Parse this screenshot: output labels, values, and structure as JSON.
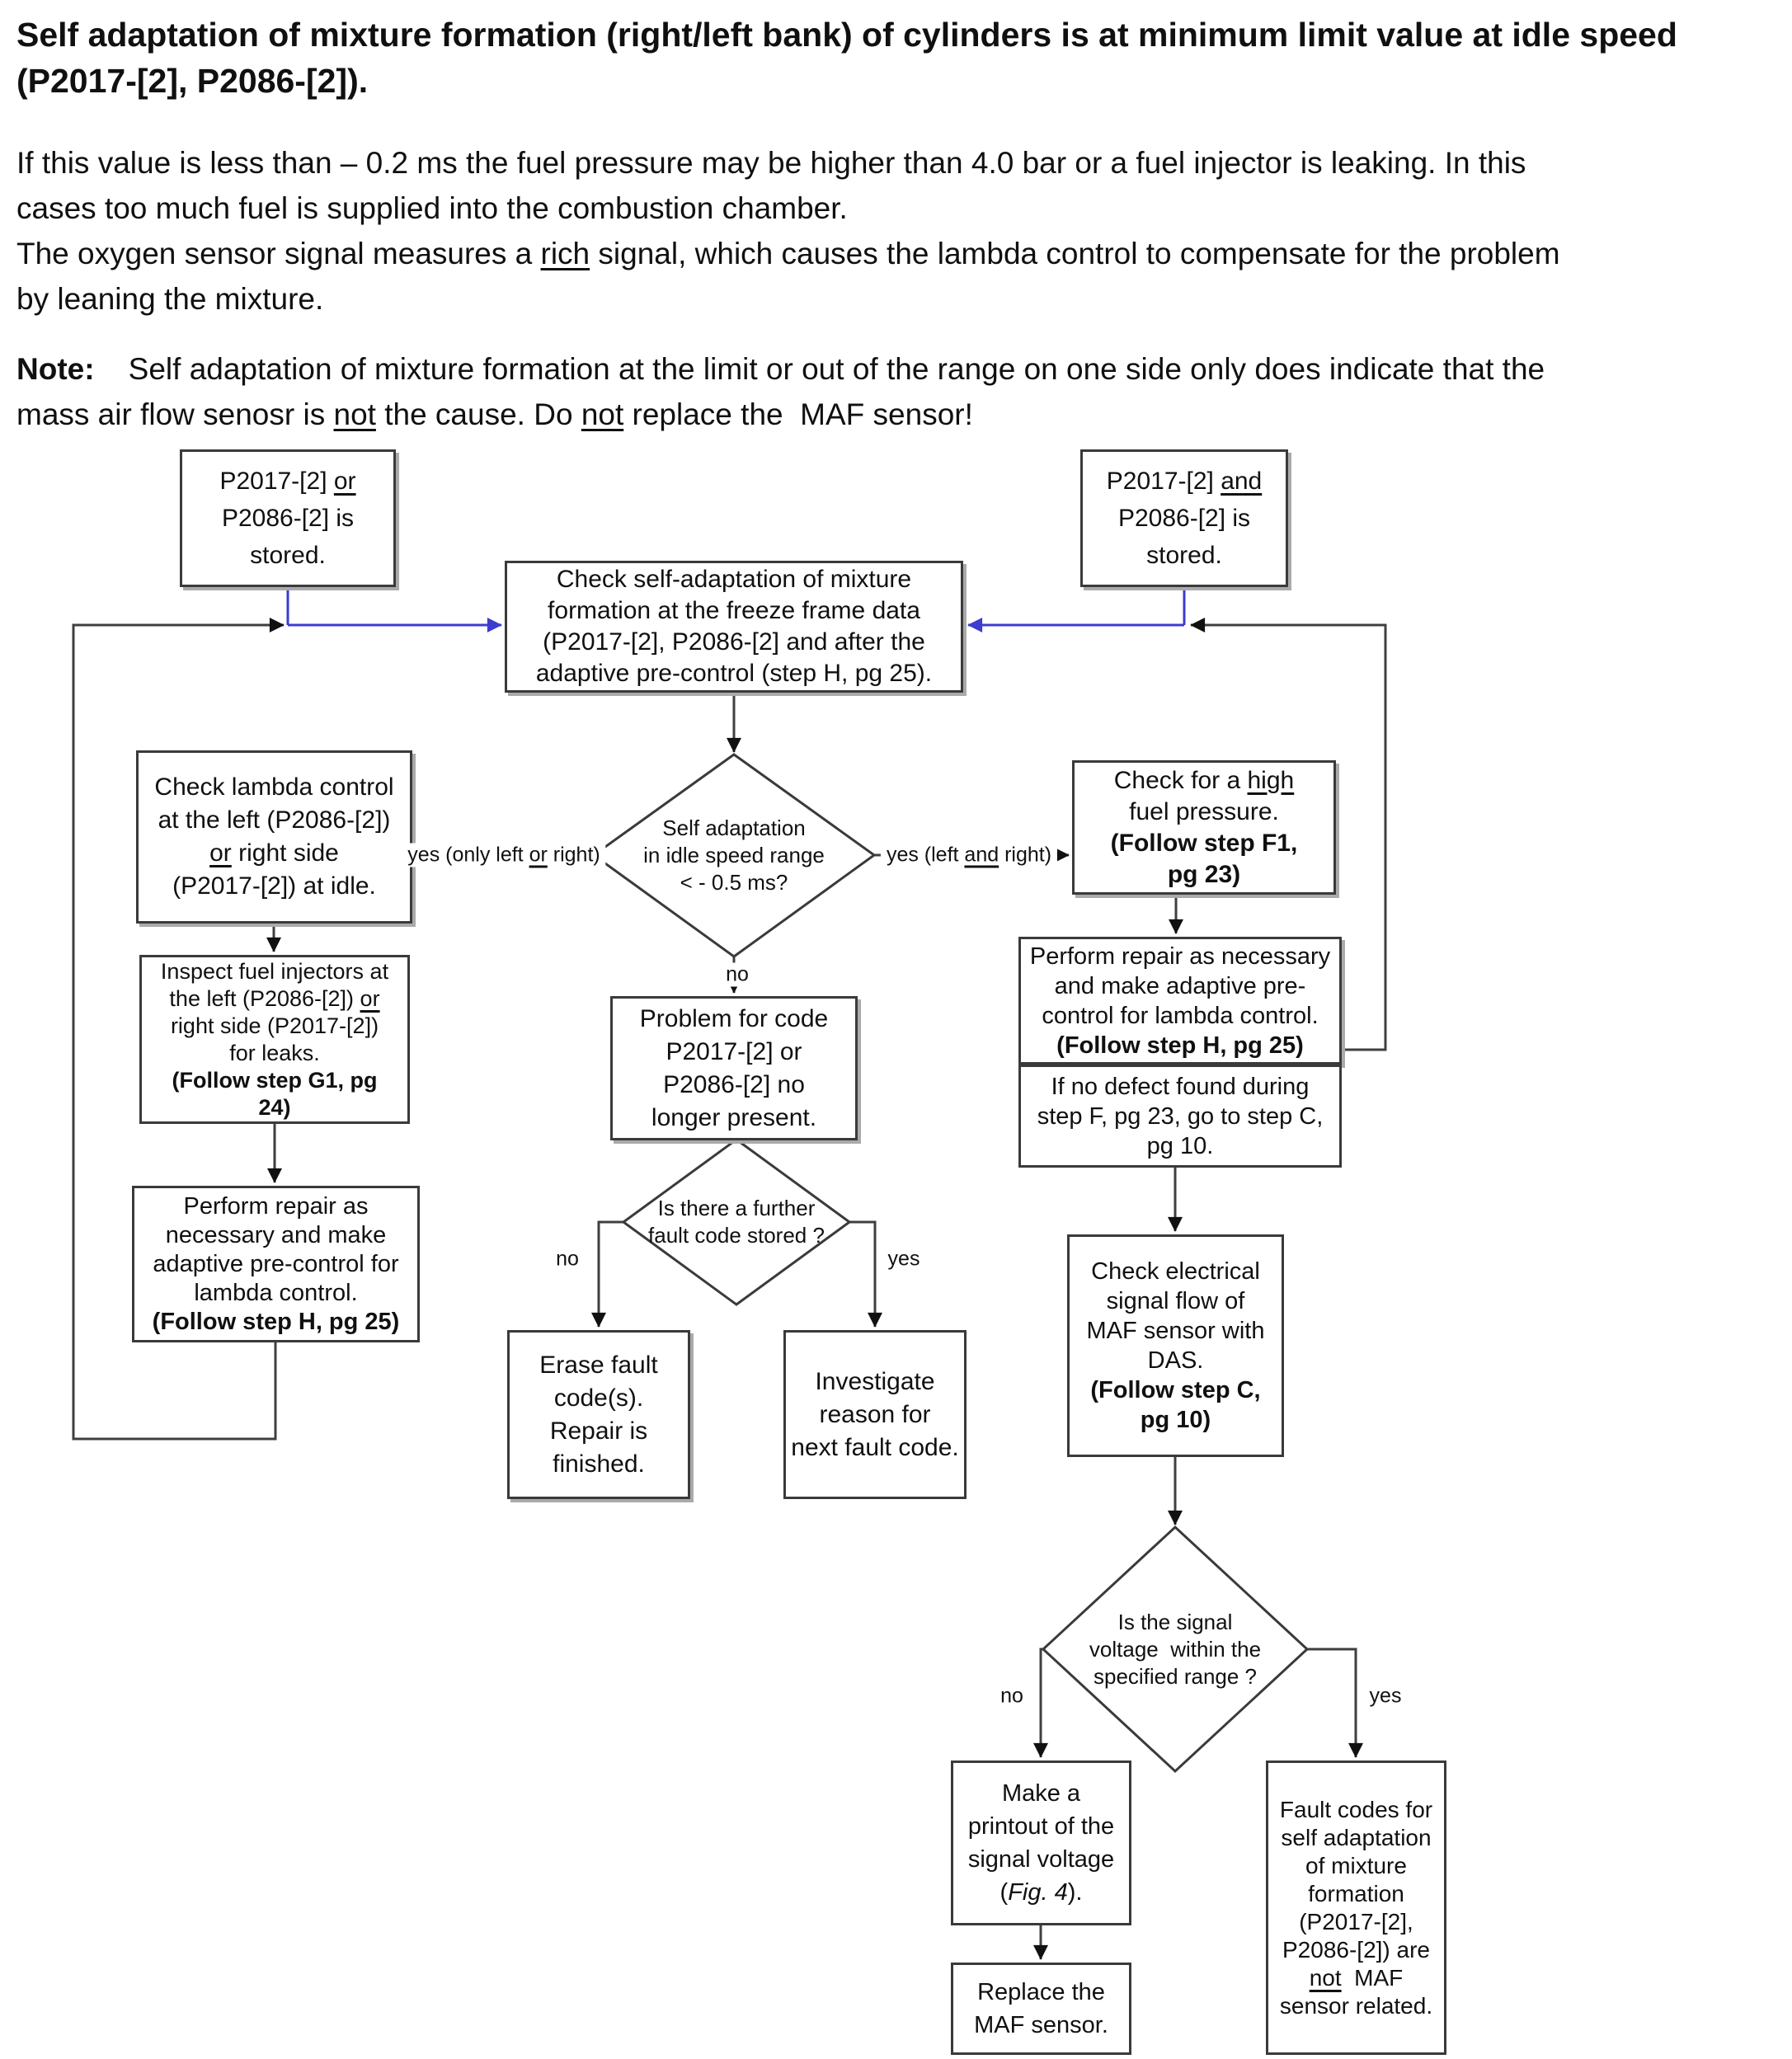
{
  "header": {
    "title": [
      [
        "Self adaptation of mixture formation (right/left bank) of cylinders is at minimum limit value at idle speed"
      ],
      [
        "(P2017-[2], P2086-[2])."
      ]
    ],
    "paragraph1": [
      [
        "If this value is less than – 0.2 ms the fuel pressure may be higher than 4.0 bar or a fuel injector is leaking. In this"
      ],
      [
        "cases too much fuel is supplied into the combustion chamber."
      ],
      [
        {
          "t": "The oxygen sensor signal measures a "
        },
        {
          "t": "rich",
          "u": true
        },
        {
          "t": " signal, which causes the lambda control to compensate for the problem"
        }
      ],
      [
        "by leaning the mixture."
      ]
    ],
    "note": [
      [
        {
          "t": "Note:",
          "b": true
        },
        {
          "t": "    Self adaptation of mixture formation at the limit or out of the range on one side only does indicate that the"
        }
      ],
      [
        {
          "t": "mass air flow senosr is "
        },
        {
          "t": "not",
          "u": true
        },
        {
          "t": " the cause. Do "
        },
        {
          "t": "not",
          "u": true
        },
        {
          "t": " replace the  MAF sensor!"
        }
      ]
    ]
  },
  "flowchart": {
    "boxes": {
      "stored_or": {
        "lines": [
          [
            {
              "t": "P2017-[2] "
            },
            {
              "t": "or",
              "u": true
            }
          ],
          [
            "P2086-[2] is"
          ],
          [
            "stored."
          ]
        ]
      },
      "stored_and": {
        "lines": [
          [
            {
              "t": "P2017-[2] "
            },
            {
              "t": "and",
              "u": true
            }
          ],
          [
            "P2086-[2] is"
          ],
          [
            "stored."
          ]
        ]
      },
      "check_self_adaptation": {
        "lines": [
          [
            "Check self-adaptation of mixture"
          ],
          [
            "formation at the freeze frame data"
          ],
          [
            "(P2017-[2], P2086-[2] and after the"
          ],
          [
            "adaptive pre-control (step H, pg 25)."
          ]
        ]
      },
      "check_lambda": {
        "lines": [
          [
            "Check lambda control"
          ],
          [
            "at the left (P2086-[2])"
          ],
          [
            {
              "t": "or",
              "u": true
            },
            {
              "t": " right side"
            }
          ],
          [
            "(P2017-[2]) at idle."
          ]
        ]
      },
      "inspect_injectors": {
        "lines": [
          [
            "Inspect fuel injectors at"
          ],
          [
            {
              "t": "the left (P2086-[2]) "
            },
            {
              "t": "or",
              "u": true
            }
          ],
          [
            "right side (P2017-[2])"
          ],
          [
            "for leaks."
          ],
          [
            {
              "t": "(Follow step G1, pg",
              "b": true
            }
          ],
          [
            {
              "t": "24)",
              "b": true
            }
          ]
        ]
      },
      "perform_repair_left": {
        "lines": [
          [
            "Perform repair as"
          ],
          [
            "necessary and make"
          ],
          [
            "adaptive pre-control for"
          ],
          [
            "lambda control."
          ],
          [
            {
              "t": "(Follow step H, pg 25)",
              "b": true
            }
          ]
        ]
      },
      "problem_no_longer": {
        "lines": [
          [
            "Problem for code"
          ],
          [
            "P2017-[2] or"
          ],
          [
            "P2086-[2] no"
          ],
          [
            "longer present."
          ]
        ]
      },
      "erase_fault": {
        "lines": [
          [
            "Erase fault"
          ],
          [
            "code(s)."
          ],
          [
            "Repair is"
          ],
          [
            "finished."
          ]
        ]
      },
      "investigate_reason": {
        "lines": [
          [
            "Investigate"
          ],
          [
            "reason for"
          ],
          [
            "next fault code."
          ]
        ]
      },
      "check_high_fuel": {
        "lines": [
          [
            {
              "t": "Check for a "
            },
            {
              "t": "high",
              "u": true
            }
          ],
          [
            "fuel pressure."
          ],
          [
            {
              "t": "(Follow step F1,",
              "b": true
            }
          ],
          [
            {
              "t": "pg 23)",
              "b": true
            }
          ]
        ]
      },
      "perform_repair_right": {
        "lines": [
          [
            "Perform repair as necessary"
          ],
          [
            "and make adaptive pre-"
          ],
          [
            "control for lambda control."
          ],
          [
            {
              "t": "(Follow step H, pg 25)",
              "b": true
            }
          ]
        ]
      },
      "if_no_defect": {
        "lines": [
          [
            "If no defect found during"
          ],
          [
            "step F, pg 23, go to step C,"
          ],
          [
            "pg 10."
          ]
        ]
      },
      "check_maf_das": {
        "lines": [
          [
            "Check electrical"
          ],
          [
            "signal flow of"
          ],
          [
            "MAF sensor with"
          ],
          [
            "DAS."
          ],
          [
            {
              "t": "(Follow step C,",
              "b": true
            }
          ],
          [
            {
              "t": "pg 10)",
              "b": true
            }
          ]
        ]
      },
      "make_printout": {
        "lines": [
          [
            "Make a"
          ],
          [
            "printout of the"
          ],
          [
            "signal voltage"
          ],
          [
            {
              "t": "("
            },
            {
              "t": "Fig. 4",
              "i": true
            },
            {
              "t": ")."
            }
          ]
        ]
      },
      "replace_maf": {
        "lines": [
          [
            "Replace the"
          ],
          [
            "MAF sensor."
          ]
        ]
      },
      "fault_codes_not_maf": {
        "lines": [
          [
            "Fault codes for"
          ],
          [
            "self adaptation"
          ],
          [
            "of mixture"
          ],
          [
            "formation"
          ],
          [
            "(P2017-[2],"
          ],
          [
            "P2086-[2]) are"
          ],
          [
            {
              "t": "not",
              "u": true
            },
            {
              "t": "  MAF"
            }
          ],
          [
            "sensor related."
          ]
        ]
      }
    },
    "diamonds": {
      "idle_range": {
        "lines": [
          [
            "Self adaptation"
          ],
          [
            "in idle speed range"
          ],
          [
            "< - 0.5 ms?"
          ]
        ]
      },
      "further_fault": {
        "lines": [
          [
            "Is there a further"
          ],
          [
            "fault code stored ?"
          ]
        ]
      },
      "signal_voltage": {
        "lines": [
          [
            "Is the signal"
          ],
          [
            "voltage  within the"
          ],
          [
            "specified range ?"
          ]
        ]
      }
    },
    "labels": {
      "yes_only": [
        [
          {
            "t": "yes (only left "
          },
          {
            "t": "or",
            "u": true
          },
          {
            "t": " right)"
          }
        ]
      ],
      "yes_both": [
        [
          {
            "t": "yes (left "
          },
          {
            "t": "and",
            "u": true
          },
          {
            "t": " right)"
          }
        ]
      ],
      "no": "no",
      "yes": "yes"
    },
    "colors": {
      "connector_blue": "#3c3ccf",
      "connector_gray": "#3f3f3f",
      "arrow_black": "#111111"
    }
  }
}
